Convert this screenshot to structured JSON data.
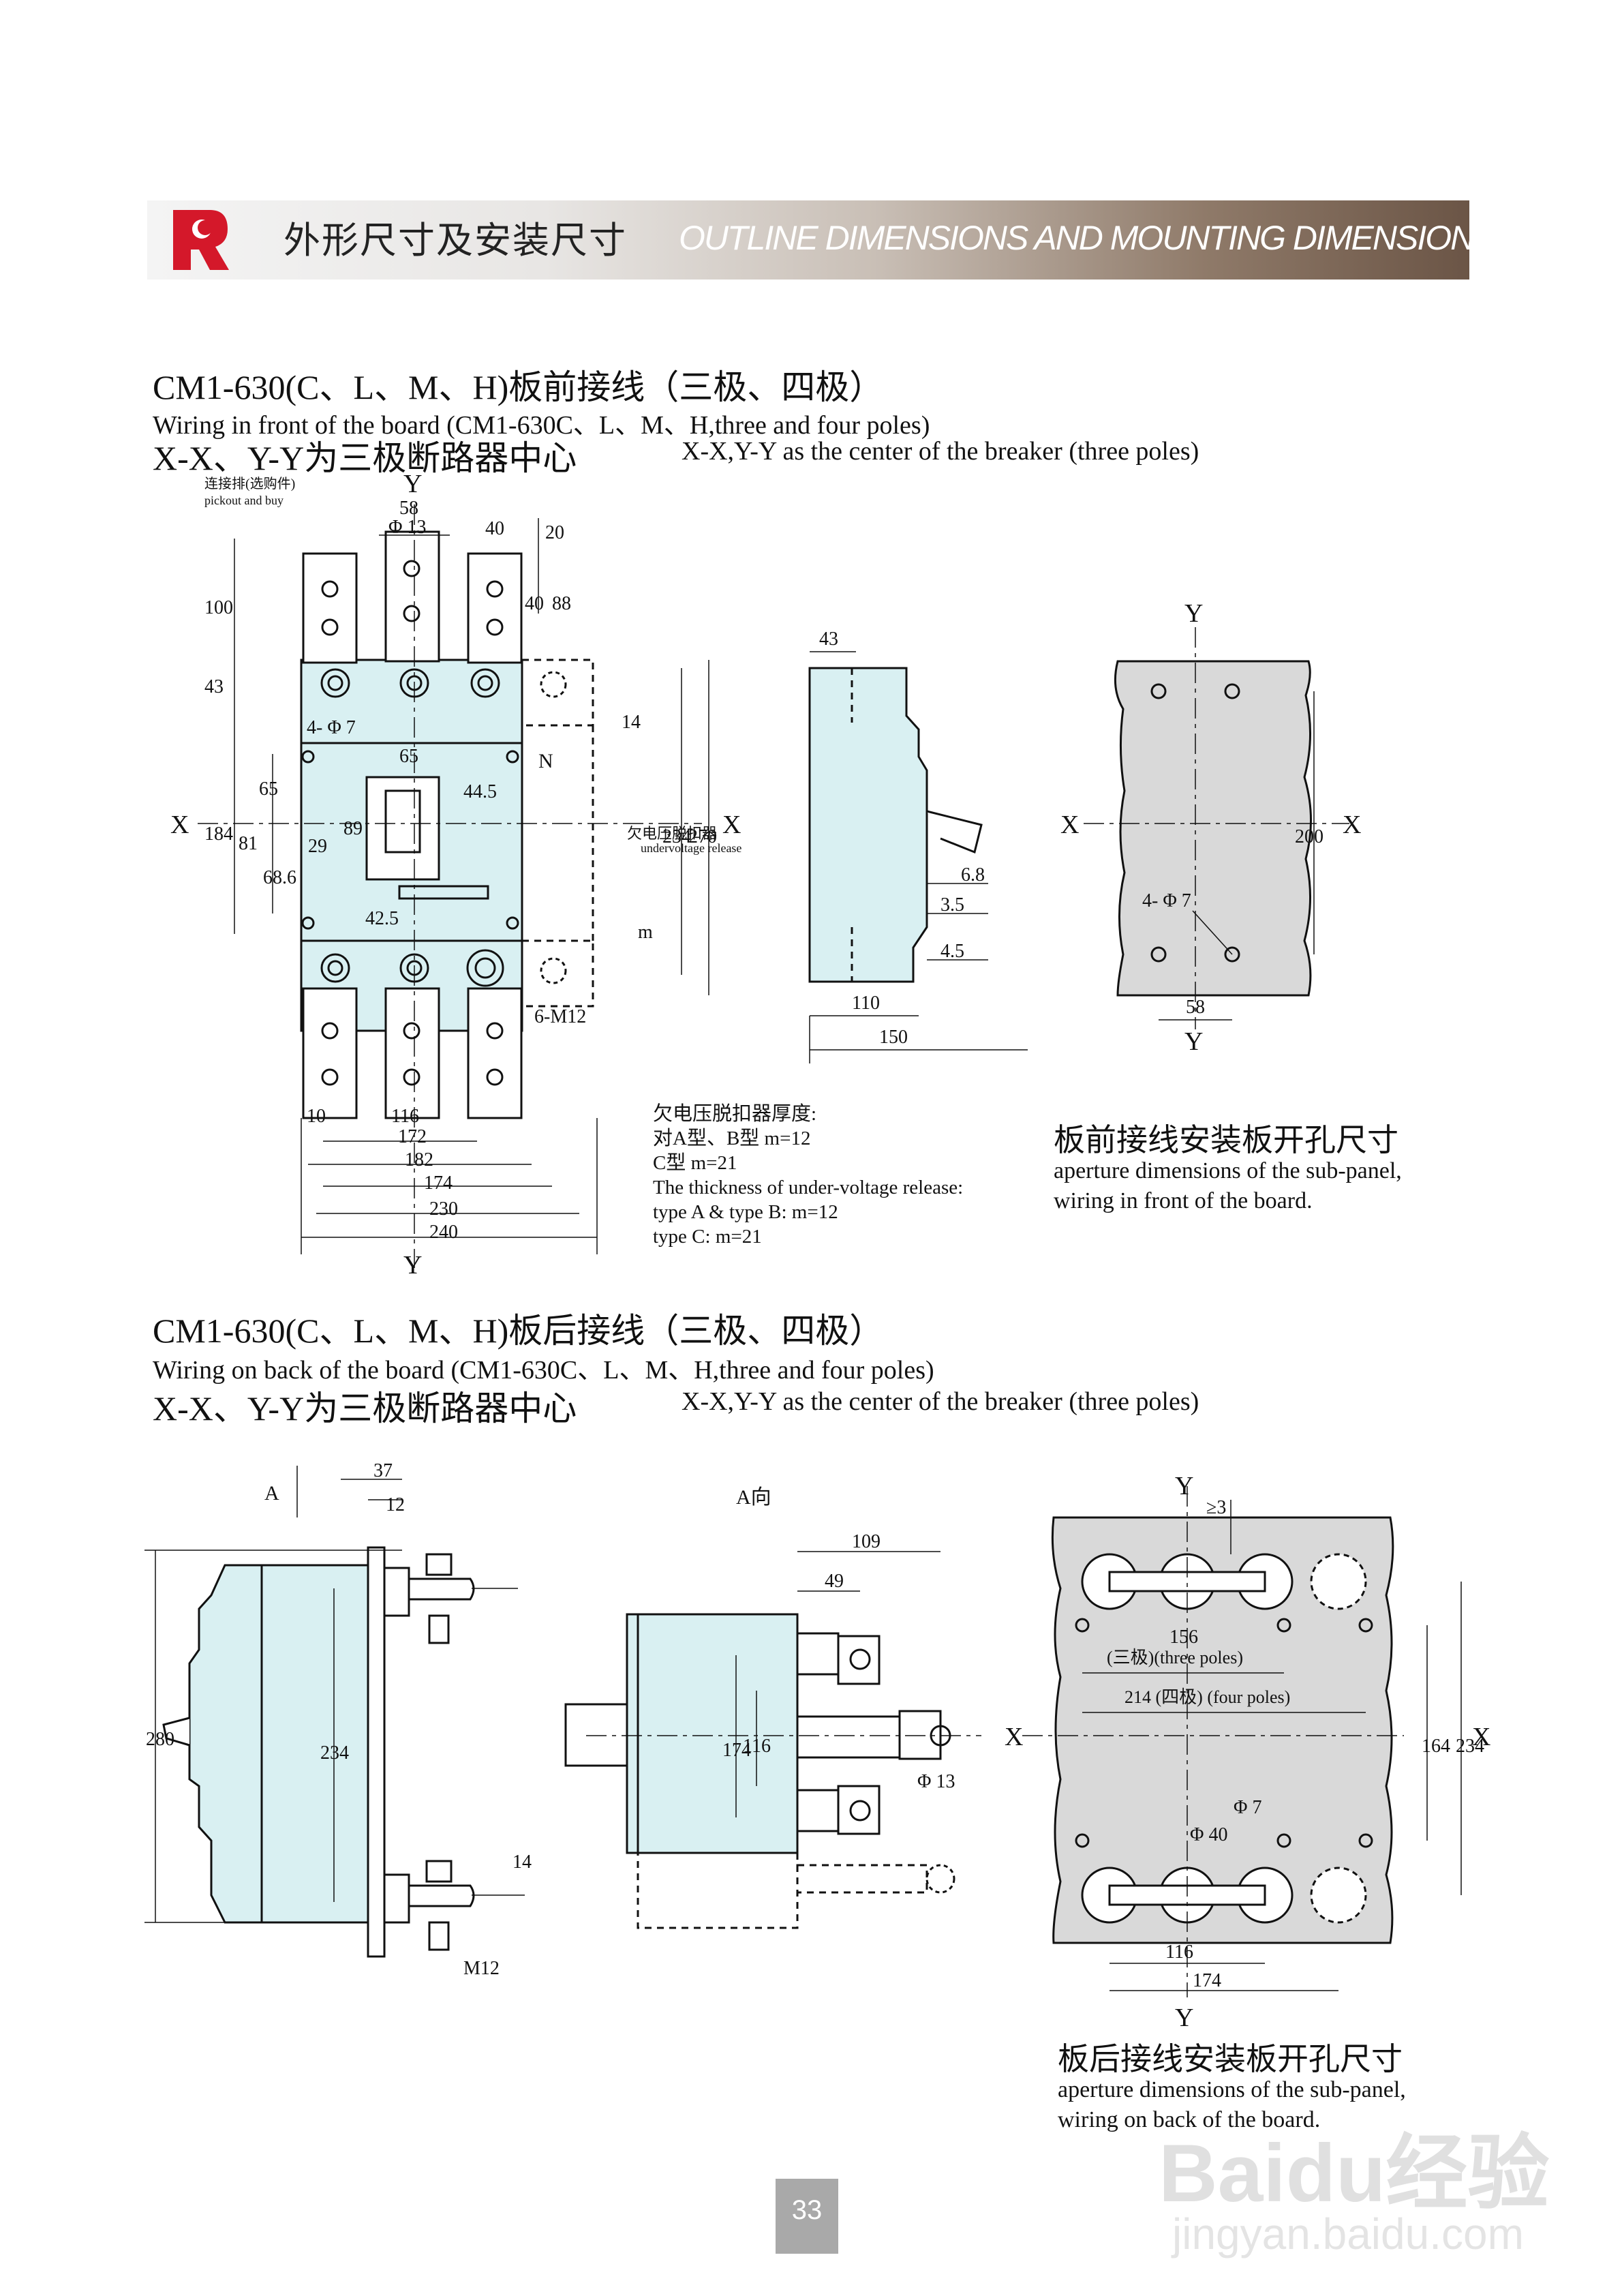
{
  "header": {
    "title_cn": "外形尺寸及安装尺寸",
    "title_en": "OUTLINE DIMENSIONS AND MOUNTING DIMENSIONS",
    "logo_color": "#d4182a",
    "logo_icon": "company-logo-icon"
  },
  "section1": {
    "title_cn": "CM1-630(C、L、M、H)板前接线（三极、四极）",
    "title_en": "Wiring in front of the board (CM1-630C、L、M、H,three and four poles)",
    "center_cn": "X-X、Y-Y为三极断路器中心",
    "center_en": "X-X,Y-Y as the center of the breaker (three poles)",
    "note_lines": [
      "欠电压脱扣器厚度:",
      "对A型、B型  m=12",
      "C型  m=21",
      "The thickness of under-voltage release:",
      "type A & type B: m=12",
      "type C: m=21"
    ],
    "caption_cn": "板前接线安装板开孔尺寸",
    "caption_en1": "aperture dimensions of the sub-panel,",
    "caption_en2": "wiring in front of the board.",
    "drawing_labels": {
      "pickout_cn": "连接排(选购件)",
      "pickout_en": "pickout and buy",
      "Y": "Y",
      "X": "X",
      "N": "N",
      "m": "m",
      "d58": "58",
      "d13": "Φ 13",
      "d40": "40",
      "d20": "20",
      "d100": "100",
      "d40b": "40",
      "d88": "88",
      "d43": "43",
      "d4phi7": "4- Φ 7",
      "d65": "65",
      "d14": "14",
      "d184": "184",
      "d65b": "65",
      "d44_5": "44.5",
      "d81": "81",
      "d29": "29",
      "d89": "89",
      "d68_6": "68.6",
      "d42_5": "42.5",
      "d234": "234",
      "d270": "270",
      "uv_cn": "欠电压脱扣器",
      "uv_en": "undervoltage release",
      "d6M12": "6-M12",
      "d10": "10",
      "d116": "116",
      "d172": "172",
      "d182": "182",
      "d174": "174",
      "d230": "230",
      "d240": "240",
      "s43": "43",
      "s6_8": "6.8",
      "s3_5": "3.5",
      "s4_5": "4.5",
      "s110": "110",
      "s150": "150",
      "p200": "200",
      "p4phi7": "4- Φ 7",
      "p58": "58"
    }
  },
  "section2": {
    "title_cn": "CM1-630(C、L、M、H)板后接线（三极、四极）",
    "title_en": "Wiring on back of the board (CM1-630C、L、M、H,three and four poles)",
    "center_cn": "X-X、Y-Y为三极断路器中心",
    "center_en": "X-X,Y-Y as the center of the breaker (three poles)",
    "caption_cn": "板后接线安装板开孔尺寸",
    "caption_en1": "aperture dimensions of the sub-panel,",
    "caption_en2": "wiring on back of the board.",
    "drawing_labels": {
      "A": "A",
      "A_view": "A向",
      "Y": "Y",
      "X": "X",
      "d37": "37",
      "d12": "12",
      "d280": "280",
      "d234": "234",
      "d14": "14",
      "dM12": "M12",
      "d109": "109",
      "d49": "49",
      "d174": "174",
      "d116": "116",
      "d13": "Φ 13",
      "ge3": "≥3",
      "d156": "156",
      "three_poles": "(三极)(three poles)",
      "four_poles": "214 (四极) (four poles)",
      "d164": "164",
      "d234b": "234",
      "phi7": "Φ 7",
      "phi40": "Φ 40",
      "d116b": "116",
      "d174b": "174"
    }
  },
  "footer": {
    "page_number": "33",
    "watermark_main": "Baidu经验",
    "watermark_sub": "jingyan.baidu.com"
  },
  "colors": {
    "breaker_fill": "#d9f0f2",
    "panel_fill": "#d9d9d9",
    "page_num_bg": "#a9a9a9"
  }
}
